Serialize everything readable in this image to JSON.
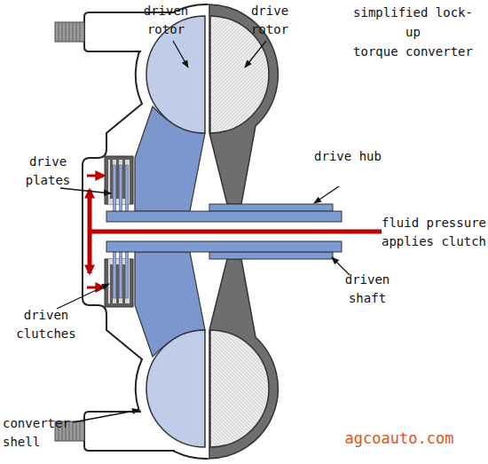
{
  "diagram": {
    "title": "simplified lock-up torque converter",
    "labels": [
      "driven rotor",
      "drive rotor",
      "drive plates",
      "drive hub",
      "fluid pressure applies clutch",
      "driven shaft",
      "driven clutches",
      "converter shell",
      "agcoauto.com"
    ]
  }
}
